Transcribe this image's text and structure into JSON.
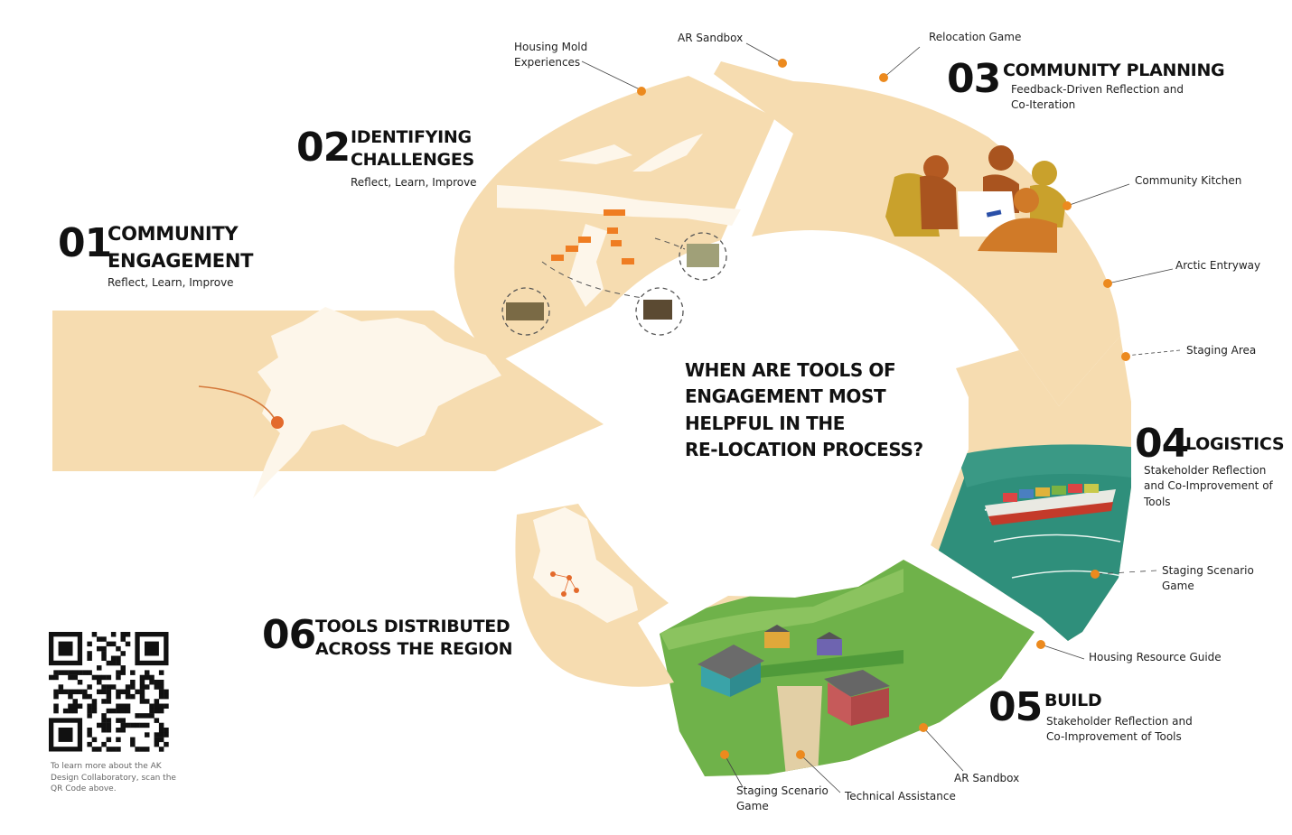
{
  "center_question": [
    "WHEN ARE TOOLS OF",
    "ENGAGEMENT MOST",
    "HELPFUL IN THE",
    "RE-LOCATION PROCESS?"
  ],
  "phases": [
    {
      "number": "01",
      "title": [
        "COMMUNITY",
        "ENGAGEMENT"
      ],
      "subtitle": [
        "Reflect, Learn, Improve"
      ]
    },
    {
      "number": "02",
      "title": [
        "IDENTIFYING",
        "CHALLENGES"
      ],
      "subtitle": [
        "Reflect, Learn, Improve"
      ]
    },
    {
      "number": "03",
      "title": [
        "COMMUNITY PLANNING"
      ],
      "subtitle": [
        "Feedback-Driven Reflection and",
        "Co-Iteration"
      ]
    },
    {
      "number": "04",
      "title": [
        "LOGISTICS"
      ],
      "subtitle": [
        "Stakeholder Reflection",
        "and Co-Improvement of",
        "Tools"
      ]
    },
    {
      "number": "05",
      "title": [
        "BUILD"
      ],
      "subtitle": [
        "Stakeholder Reflection and",
        "Co-Improvement of Tools"
      ]
    },
    {
      "number": "06",
      "title": [
        "TOOLS DISTRIBUTED",
        "ACROSS THE REGION"
      ],
      "subtitle": []
    }
  ],
  "tools": [
    {
      "label": [
        "Housing Mold",
        "Experiences"
      ]
    },
    {
      "label": [
        "AR Sandbox"
      ]
    },
    {
      "label": [
        "Relocation Game"
      ]
    },
    {
      "label": [
        "Community Kitchen"
      ]
    },
    {
      "label": [
        "Arctic Entryway"
      ]
    },
    {
      "label": [
        "Staging Area"
      ]
    },
    {
      "label": [
        "Staging Scenario",
        "Game"
      ]
    },
    {
      "label": [
        "Housing Resource Guide"
      ]
    },
    {
      "label": [
        "AR Sandbox"
      ]
    },
    {
      "label": [
        "Technical Assistance"
      ]
    },
    {
      "label": [
        "Staging Scenario",
        "Game"
      ]
    }
  ],
  "qr_note": "To learn more about the AK Design Collaboratory, scan the QR Code above.",
  "colors": {
    "ring": "#f6dcb0",
    "marker": "#ec8a1e",
    "map": "#fdf6ea",
    "sea": "#2f8f7b",
    "land_green": "#6fb24a",
    "figure_brown": "#a9541f",
    "figure_ochre": "#c9a12c",
    "text": "#111111"
  }
}
